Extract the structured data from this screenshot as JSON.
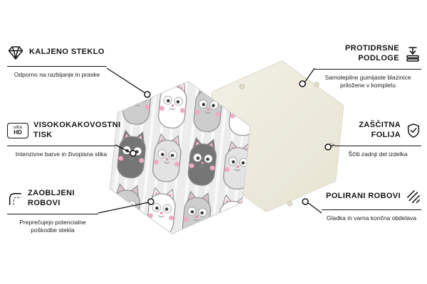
{
  "panel": {
    "front_name": "hexagon panel with cartoon cat pattern",
    "back_name": "plain hexagon panel back",
    "back_color": "#efece0",
    "pattern_background": "#ececec",
    "pattern_cat_colors": [
      "#cdcdcd",
      "#ffffff",
      "#757575",
      "#e3e3e3"
    ],
    "pattern_accent_pink": "#f2a9c4"
  },
  "features": [
    {
      "id": "tempered-glass",
      "title": "KALJENO STEKLO",
      "description": "Odporno na razbijanje in praske",
      "icon": "diamond-icon"
    },
    {
      "id": "high-quality-print",
      "title": "VISOKOKAKOVOSTNI TISK",
      "description": "Intenzivne barve in živopisna slika",
      "icon": "ultra-hd-icon",
      "icon_label_top": "ultra",
      "icon_label_bottom": "HD"
    },
    {
      "id": "rounded-corners",
      "title": "ZAOBLJENI ROBOVI",
      "description": "Preprečujejo potencialne poškodbe stekla",
      "icon": "rounded-corner-icon"
    },
    {
      "id": "anti-slip-pads",
      "title": "PROTIDRSNE PODLOGE",
      "description": "Samolepilne gumijaste blazinice priložene v kompletu",
      "icon": "press-pad-icon"
    },
    {
      "id": "protective-film",
      "title": "ZAŠČITNA FOLIJA",
      "description": "Ščiti zadnji del izdelka",
      "icon": "shield-check-icon"
    },
    {
      "id": "polished-edges",
      "title": "POLIRANI ROBOVI",
      "description": "Gladka in varna končna obdelava",
      "icon": "diagonal-stripes-icon"
    }
  ]
}
